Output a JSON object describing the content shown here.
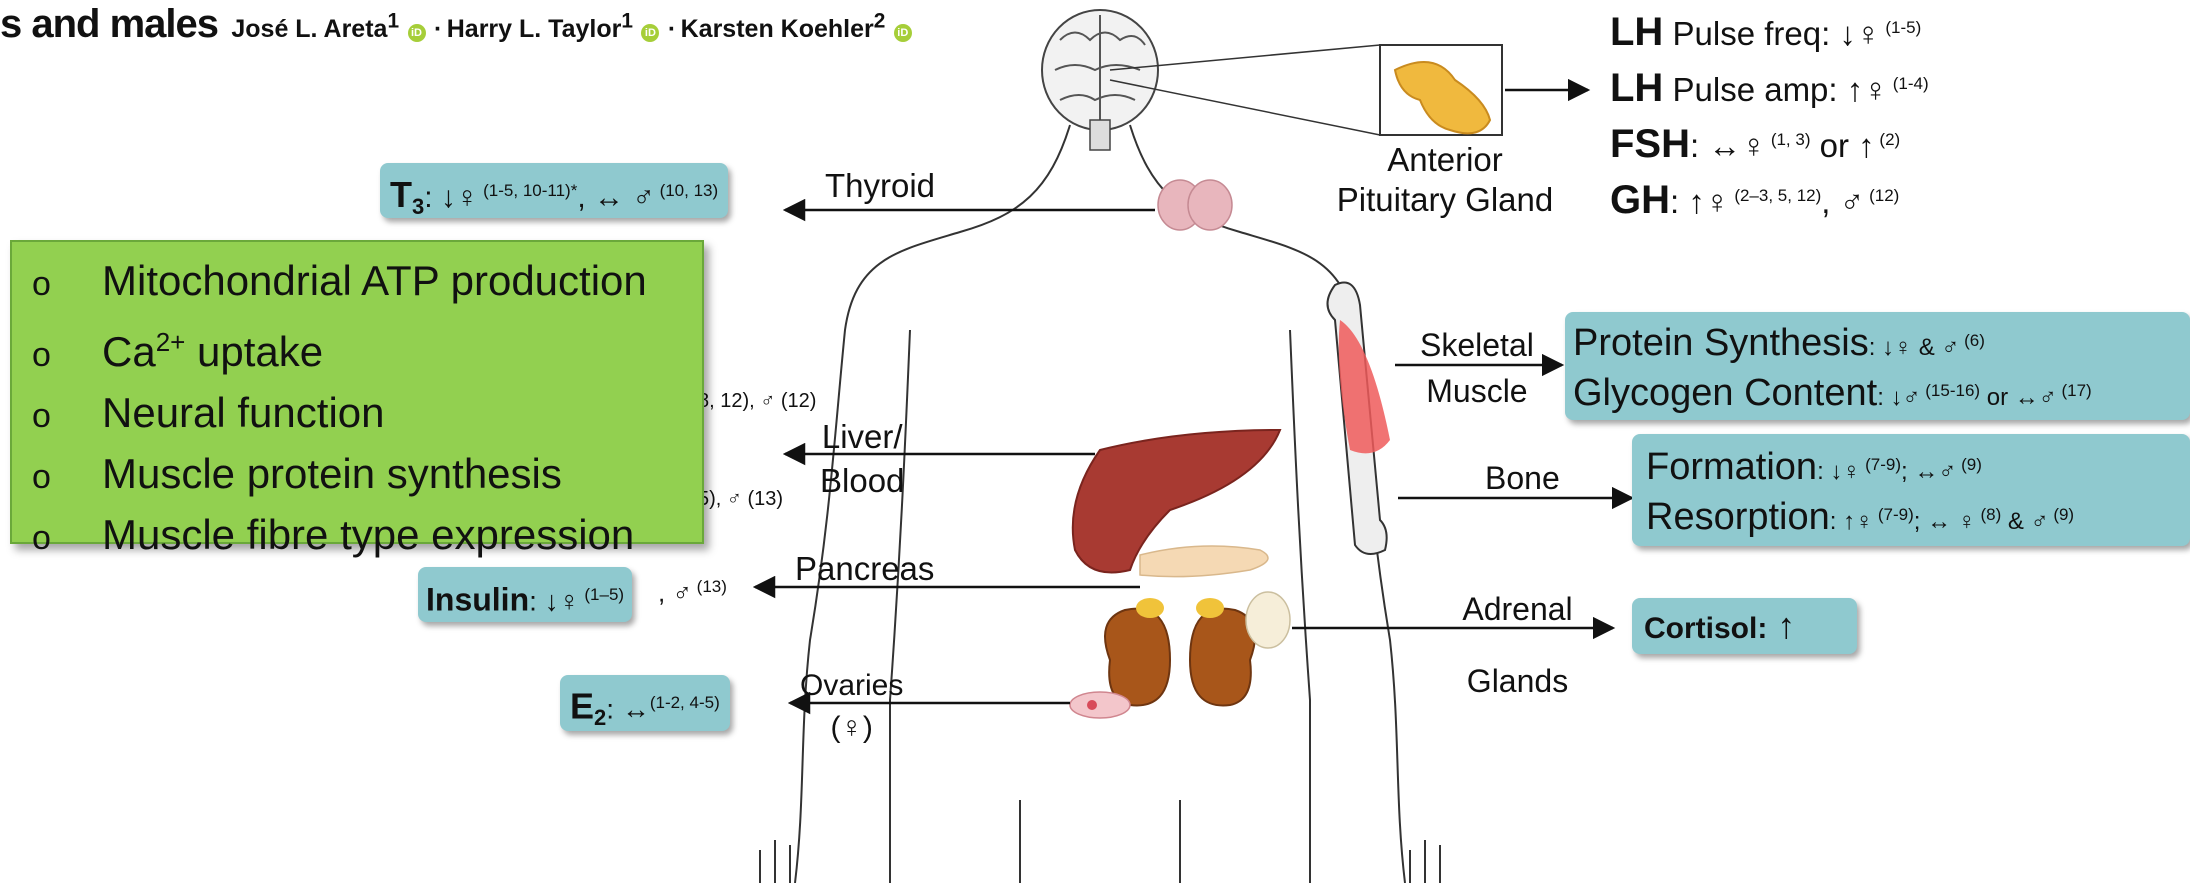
{
  "header": {
    "title_fragment": "s and males",
    "authors": [
      {
        "name": "José L. Areta",
        "mark": "1"
      },
      {
        "name": "Harry L. Taylor",
        "mark": "1"
      },
      {
        "name": "Karsten Koehler",
        "mark": "2"
      }
    ],
    "separator": "·",
    "orcid_label": "iD"
  },
  "pituitary": {
    "label_line1": "Anterior",
    "label_line2": "Pituitary Gland",
    "rows": [
      {
        "hormone": "LH",
        "text": " Pulse freq: ↓♀",
        "refs": " (1-5)"
      },
      {
        "hormone": "LH",
        "text": " Pulse amp: ↑♀",
        "refs": " (1-4)"
      },
      {
        "hormone": "FSH",
        "text": ": ↔♀",
        "refs": " (1, 3)",
        "text2": " or ↑",
        "refs2": " (2)"
      },
      {
        "hormone": "GH",
        "text": ": ↑♀",
        "refs": " (2–3, 5, 12)",
        "text2": ", ♂",
        "refs2": " (12)"
      }
    ]
  },
  "thyroid": {
    "label": "Thyroid",
    "box_main": "T",
    "box_sub": "3",
    "box_text": ": ↓♀",
    "box_refs": " (1-5, 10-11)*",
    "box_text2": ", ↔ ♂",
    "box_refs2": " (10, 13)"
  },
  "green_box": {
    "bullet": "o",
    "items": [
      {
        "text": "Mitochondrial ATP production"
      },
      {
        "text": "Ca",
        "sup": "2+",
        "text_after": " uptake"
      },
      {
        "text": "Neural function"
      },
      {
        "text": "Muscle protein synthesis"
      },
      {
        "text": "Muscle fibre type expression"
      }
    ]
  },
  "liver": {
    "label_line1": "Liver/",
    "label_line2": "Blood",
    "partial_1": "8, 12), ♂ (12)",
    "partial_2": "5), ♂ (13)"
  },
  "pancreas": {
    "label": "Pancreas",
    "box_main": "Insulin",
    "box_text": ": ↓♀",
    "box_refs": " (1–5)",
    "after_text": ",  ♂",
    "after_refs": " (13)"
  },
  "ovaries": {
    "label_line1": "Ovaries",
    "label_line2": "(♀)",
    "box_main": "E",
    "box_sub": "2",
    "box_text": ": ↔",
    "box_refs": "(1-2, 4-5)"
  },
  "skeletal_muscle": {
    "label_line1": "Skeletal",
    "label_line2": "Muscle",
    "row1_main": "Protein Synthesis",
    "row1_text": ": ↓♀  & ♂",
    "row1_refs": " (6)",
    "row2_main": "Glycogen Content",
    "row2_text": ": ↓♂",
    "row2_refs": " (15-16)",
    "row2_text2": " or ↔♂",
    "row2_refs2": " (17)"
  },
  "bone": {
    "label": "Bone",
    "row1_main": "Formation",
    "row1_text": ": ↓♀",
    "row1_refs": " (7-9)",
    "row1_text2": "; ↔♂",
    "row1_refs2": " (9)",
    "row2_main": "Resorption",
    "row2_text": ": ↑♀",
    "row2_refs": " (7-9)",
    "row2_text2": "; ↔ ♀",
    "row2_refs2": " (8)",
    "row2_text3": " & ♂",
    "row2_refs3": " (9)"
  },
  "adrenal": {
    "label_line1": "Adrenal",
    "label_line2": "Glands",
    "box_main": "Cortisol:",
    "box_arrow": " ↑"
  },
  "colors": {
    "teal_box": "#8fc9cf",
    "green_box": "#92d050",
    "liver": "#a83a32",
    "kidney": "#a8561a",
    "thyroid": "#e8b6bd",
    "muscle": "#ef5a5a",
    "pituitary": "#f0b93e"
  }
}
